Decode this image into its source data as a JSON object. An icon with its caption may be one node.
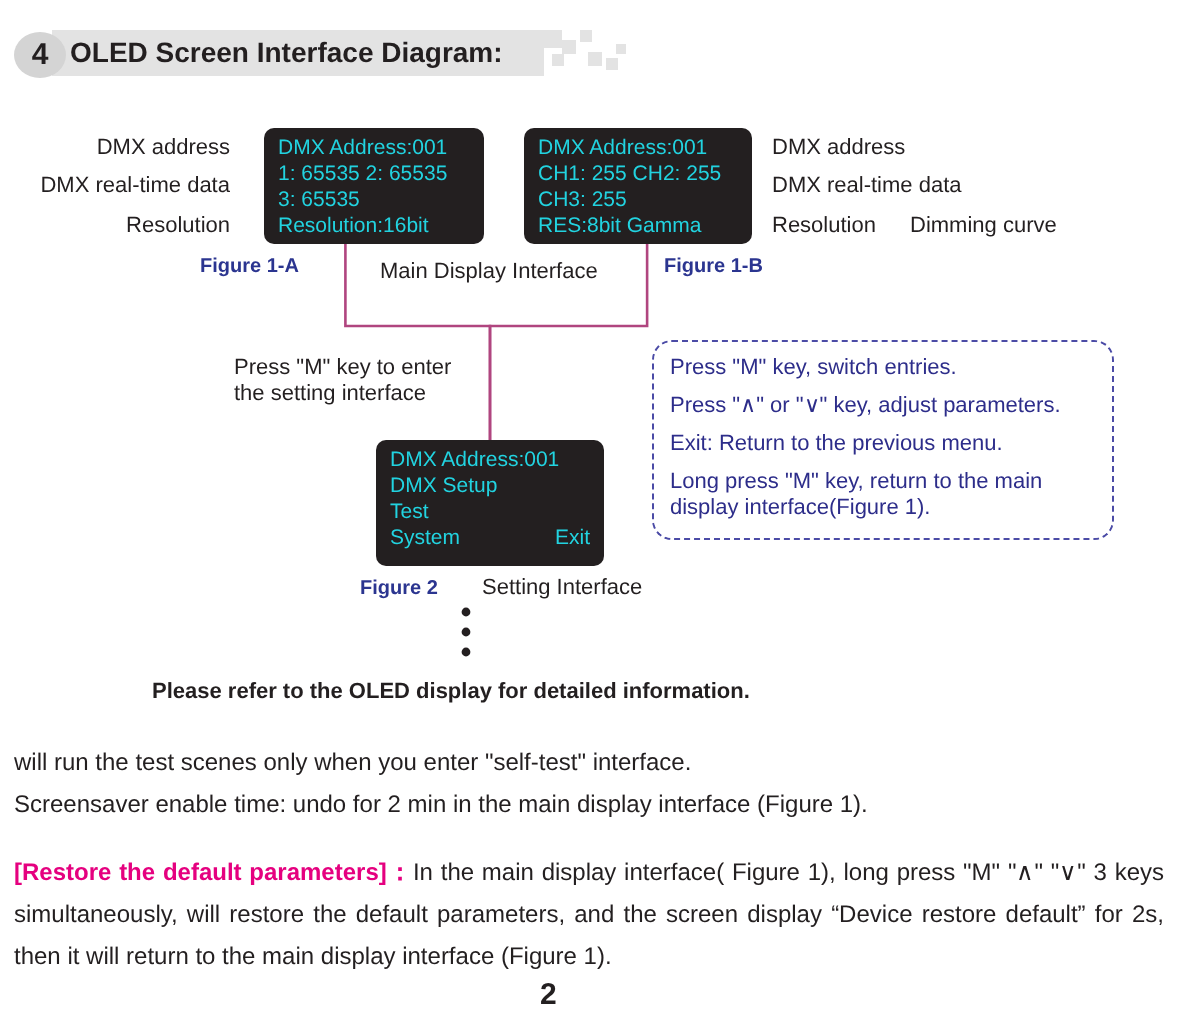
{
  "diagram": {
    "title": "OLED Screen Interface Diagram:",
    "nodes": [
      {
        "text": [
          "DMX Address:001",
          "1: 65535 2: 65535",
          "3: 65535",
          "Resolution:16bit"
        ],
        "beside": [
          "Figure 1-A"
        ]
      },
      {
        "text": [
          "DMX Address:001",
          "CH1: 255 CH2: 255",
          "CH3: 255",
          "RES:8bit Gamma"
        ],
        "beside": [
          "Figure 1-B"
        ]
      },
      {
        "text": [
          "DMX Address:001",
          "DMX Setup",
          "Test",
          "System",
          "Exit"
        ],
        "beside": [
          "Figure 2",
          "Setting Interface"
        ]
      },
      {
        "text": [
          "Press \"M\" key, switch entries.",
          "Press \"∧\" or \"∨\" key, adjust parameters.",
          "Exit: Return to the previous menu.",
          "Long press \"M\" key, return to the main display interface(Figure 1)."
        ]
      }
    ],
    "edges": [
      {
        "from": 0,
        "to": 2,
        "arrow": "none",
        "color": "#b0457f"
      },
      {
        "from": 1,
        "to": 2,
        "arrow": "none",
        "color": "#b0457f"
      }
    ],
    "labels": [
      "4",
      "DMX address",
      "DMX real-time data",
      "Resolution",
      "DMX address",
      "DMX real-time data",
      "Resolution",
      "Dimming curve",
      "Main Display Interface",
      "Press \"M\" key to enter the setting interface",
      "Please refer to the OLED display for detailed information.",
      "will run the test scenes only when you enter \"self-test\" interface.",
      "Screensaver enable time: undo for 2 min in the main display interface (Figure 1).",
      "[Restore the default parameters]：",
      "In the main display interface( Figure 1), long press \"M\" \"∧\" \"∨\" 3 keys simultaneously, will restore the default parameters, and the screen display “Device restore default” for 2s, then it will return to the main display interface (Figure 1).",
      "2"
    ]
  }
}
